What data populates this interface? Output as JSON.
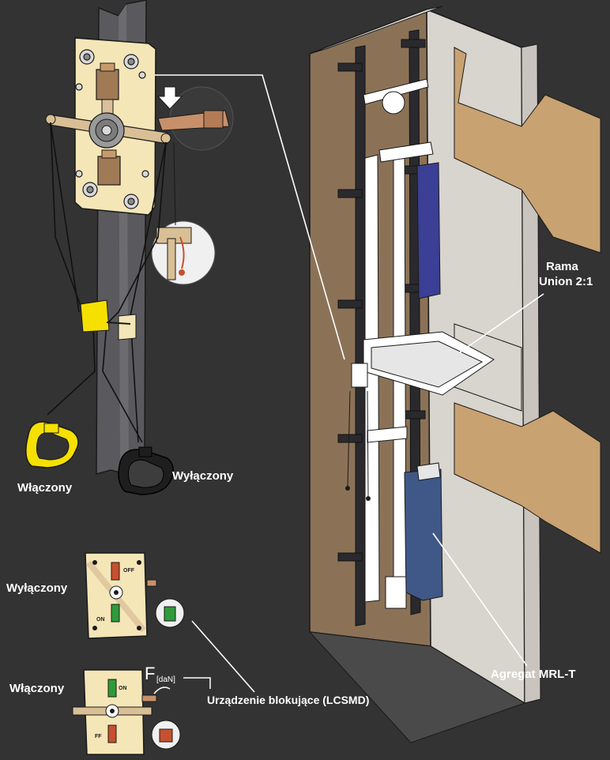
{
  "labels": {
    "switch_on_top": "Włączony",
    "switch_off_top": "Wyłączony",
    "panel_off": "Wyłączony",
    "panel_on": "Włączony",
    "force_symbol": "F",
    "force_unit": "[daN]",
    "off_small": "OFF",
    "on_small": "ON",
    "on_small_2": "ON",
    "off_small_2": "FF",
    "frame_line1": "Rama",
    "frame_line2": "Union 2:1",
    "lock_device": "Urządzenie blokujące (LCSMD)",
    "drive_unit": "Agregat MRL-T"
  },
  "colors": {
    "background": "#333333",
    "leader_line": "#ffffff",
    "plate": "#f5e6b8",
    "wall": "#8b7257",
    "handle_on": "#f5e000",
    "handle_off": "#222222",
    "counterweight": "#3b3f95",
    "drive_unit": "#3f5888",
    "indicator_on": "#2e9b3a",
    "indicator_off": "#c8502e"
  }
}
